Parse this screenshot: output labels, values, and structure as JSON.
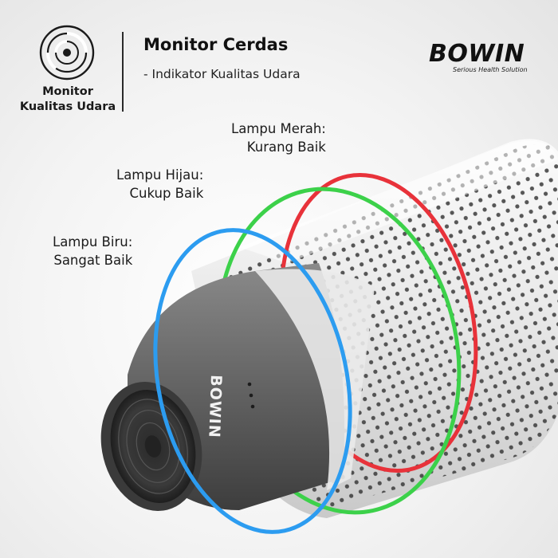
{
  "header": {
    "icon_caption_line1": "Monitor",
    "icon_caption_line2": "Kualitas Udara",
    "title": "Monitor Cerdas",
    "subtitle": "- Indikator Kualitas Udara"
  },
  "brand": {
    "name": "BOWIN",
    "tagline": "Serious Health Solution"
  },
  "indicators": [
    {
      "line1": "Lampu Merah:",
      "line2": "Kurang Baik",
      "color": "#e8323a"
    },
    {
      "line1": "Lampu Hijau:",
      "line2": "Cukup Baik",
      "color": "#3cd14a"
    },
    {
      "line1": "Lampu Biru:",
      "line2": "Sangat Baik",
      "color": "#2c9cf0"
    }
  ],
  "device": {
    "body_logo": "BOWIN"
  },
  "icons": {
    "header": "air-quality-monitor-icon"
  }
}
